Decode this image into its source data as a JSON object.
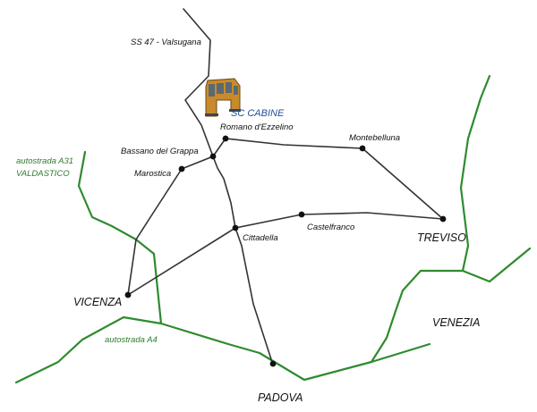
{
  "roads": {
    "ss47": "SS 47 - Valsugana",
    "a31_line1": "autostrada A31",
    "a31_line2": "VALDASTICO",
    "a4": "autostrada A4"
  },
  "company": {
    "name": "SC CABINE"
  },
  "towns": {
    "romano": "Romano d'Ezzelino",
    "bassano": "Bassano del Grappa",
    "marostica": "Marostica",
    "montebelluna": "Montebelluna",
    "cittadella": "Cittadella",
    "castelfranco": "Castelfranco"
  },
  "cities": {
    "vicenza": "VICENZA",
    "treviso": "TREVISO",
    "padova": "PADOVA"
  },
  "region": {
    "venezia": "VENEZIA"
  },
  "colors": {
    "roads": "#333333",
    "motorways": "#2e8b2e",
    "brand": "#1f4e9a",
    "cabin": "#c98a2b"
  }
}
